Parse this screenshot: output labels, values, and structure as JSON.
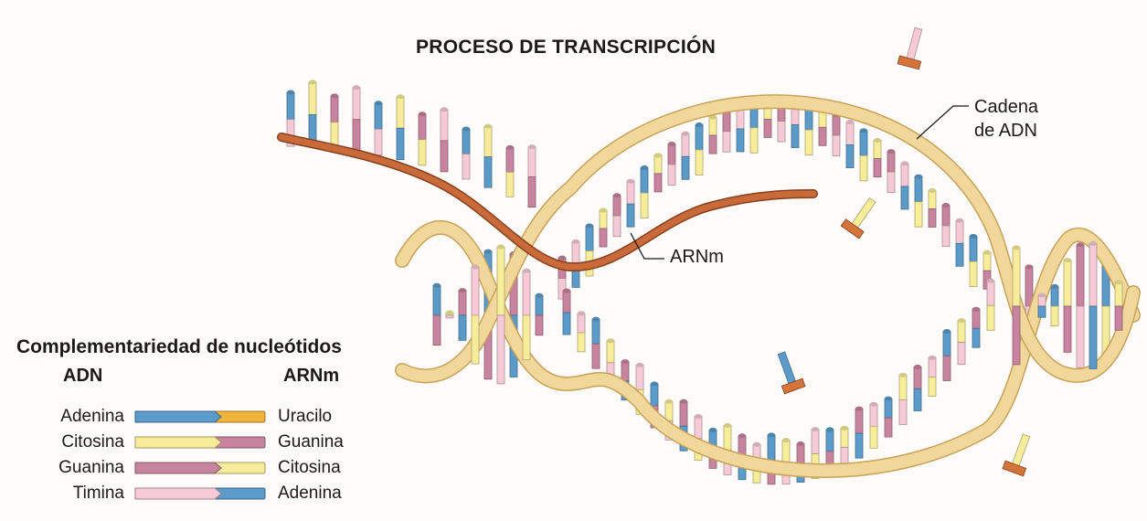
{
  "title": "PROCESO DE TRANSCRIPCIÓN",
  "labels": {
    "cadena_line1": "Cadena",
    "cadena_line2": "de ADN",
    "arnm": "ARNm"
  },
  "legend": {
    "title": "Complementariedad de nucleótidos",
    "col_left": "ADN",
    "col_right": "ARNm",
    "rows": [
      {
        "dna": "Adenina",
        "rna": "Uracilo",
        "dna_color": "#5b9bc9",
        "rna_color": "#f2b43a"
      },
      {
        "dna": "Citosina",
        "rna": "Guanina",
        "dna_color": "#f7ec9a",
        "rna_color": "#c8849e"
      },
      {
        "dna": "Guanina",
        "rna": "Citosina",
        "dna_color": "#c8849e",
        "rna_color": "#f7ec9a"
      },
      {
        "dna": "Timina",
        "rna": "Adenina",
        "dna_color": "#f6cbd6",
        "rna_color": "#5b9bc9"
      }
    ]
  },
  "colors": {
    "backbone": "#f1d79a",
    "backbone_edge": "#c9a25a",
    "rna_strand": "#c96a3a",
    "blue": "#5b9bc9",
    "yellow": "#f7ec9a",
    "mauve": "#c8849e",
    "pink": "#f6cbd6",
    "orange_cap": "#d4733a"
  }
}
